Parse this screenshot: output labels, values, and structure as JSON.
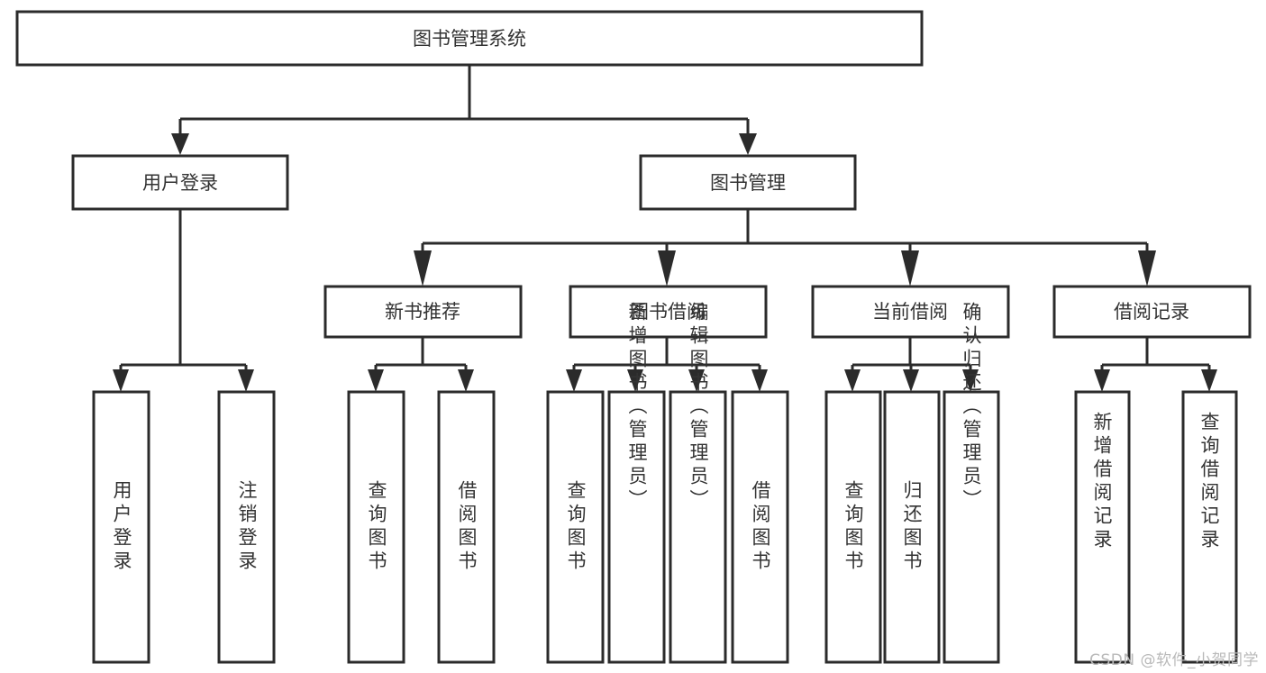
{
  "diagram": {
    "title": "图书管理系统",
    "type": "tree",
    "colors": {
      "box_stroke": "#2b2b2b",
      "box_fill": "#ffffff",
      "text": "#333333",
      "connector": "#2b2b2b",
      "background": "#ffffff",
      "watermark": "#b9b9b9"
    },
    "root": {
      "label": "图书管理系统"
    },
    "level2": [
      {
        "label": "用户登录"
      },
      {
        "label": "图书管理"
      }
    ],
    "level3": [
      {
        "label": "新书推荐"
      },
      {
        "label": "图书借阅"
      },
      {
        "label": "当前借阅"
      },
      {
        "label": "借阅记录"
      }
    ],
    "leaves": {
      "user_login": [
        {
          "label": "用户登录"
        },
        {
          "label": "注销登录"
        }
      ],
      "new_book_recommend": [
        {
          "label": "查询图书"
        },
        {
          "label": "借阅图书"
        }
      ],
      "book_borrow": [
        {
          "label": "查询图书"
        },
        {
          "label": "新增图书（管理员）"
        },
        {
          "label": "编辑图书（管理员）"
        },
        {
          "label": "借阅图书"
        }
      ],
      "current_borrow": [
        {
          "label": "查询图书"
        },
        {
          "label": "归还图书"
        },
        {
          "label": "确认归还（管理员）"
        }
      ],
      "borrow_record": [
        {
          "label": "新增借阅记录"
        },
        {
          "label": "查询借阅记录"
        }
      ]
    }
  },
  "watermark": {
    "text": "CSDN @软件_小贺同学"
  }
}
